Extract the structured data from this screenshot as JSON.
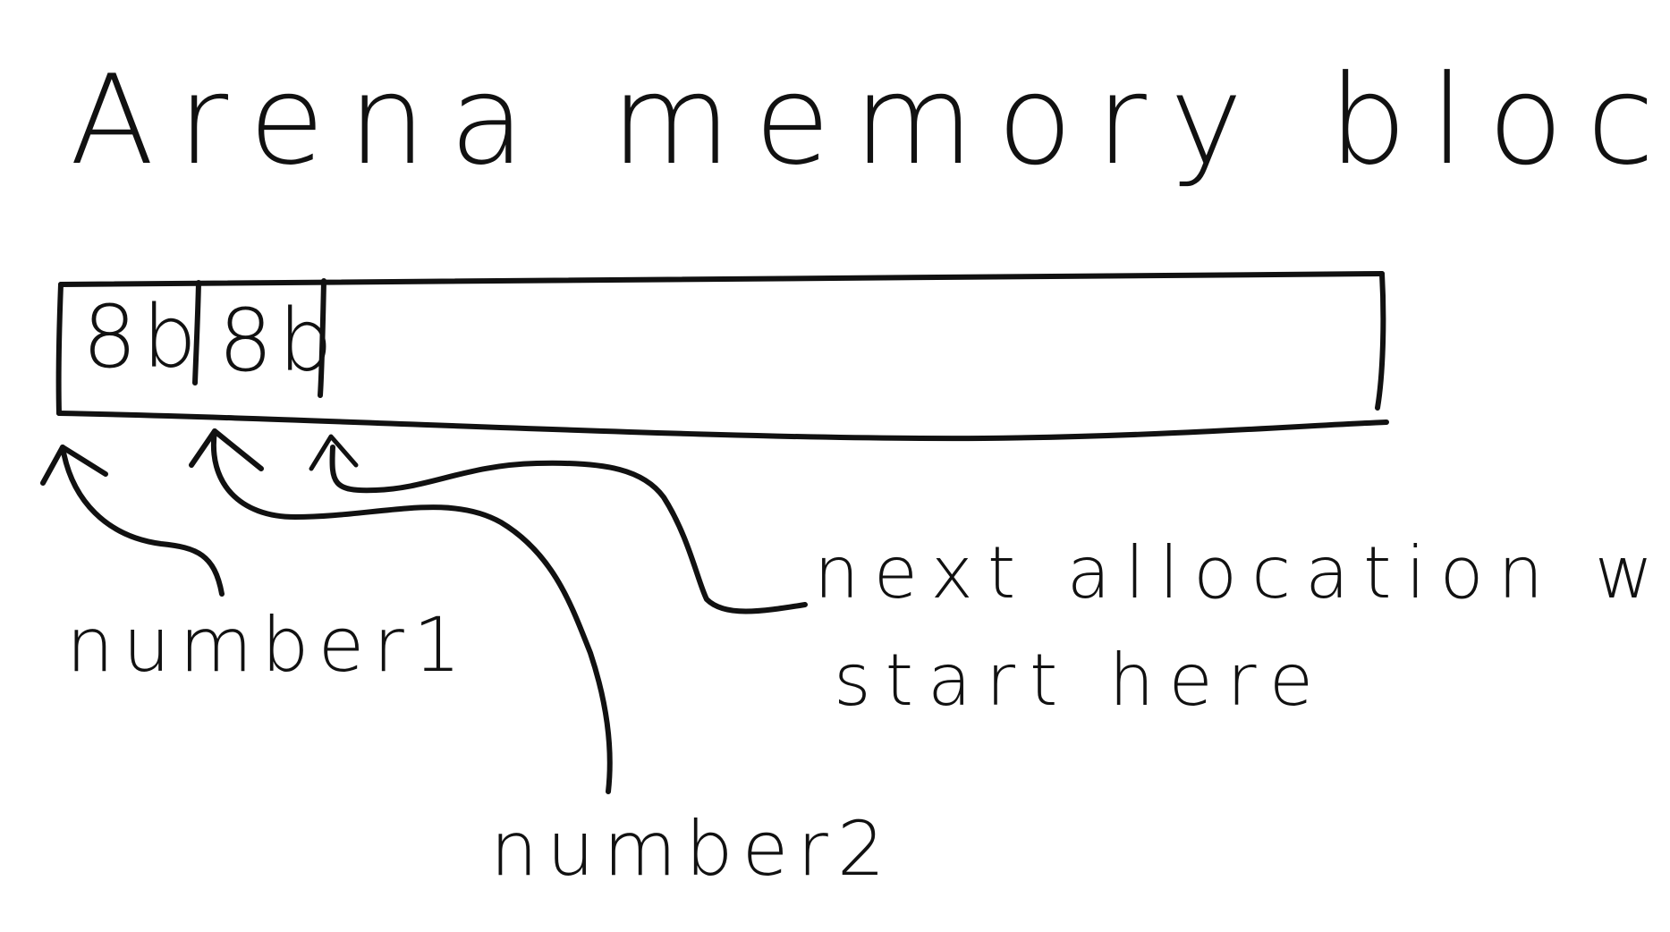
{
  "diagram": {
    "title": "Arena memory block",
    "cells": [
      {
        "label": "8b"
      },
      {
        "label": "8b"
      }
    ],
    "pointers": [
      {
        "label": "number1"
      },
      {
        "label": "number2"
      },
      {
        "label_lines": [
          "next allocation will",
          "start here"
        ]
      }
    ],
    "ink_color": "#111111",
    "background_color": "#ffffff"
  }
}
